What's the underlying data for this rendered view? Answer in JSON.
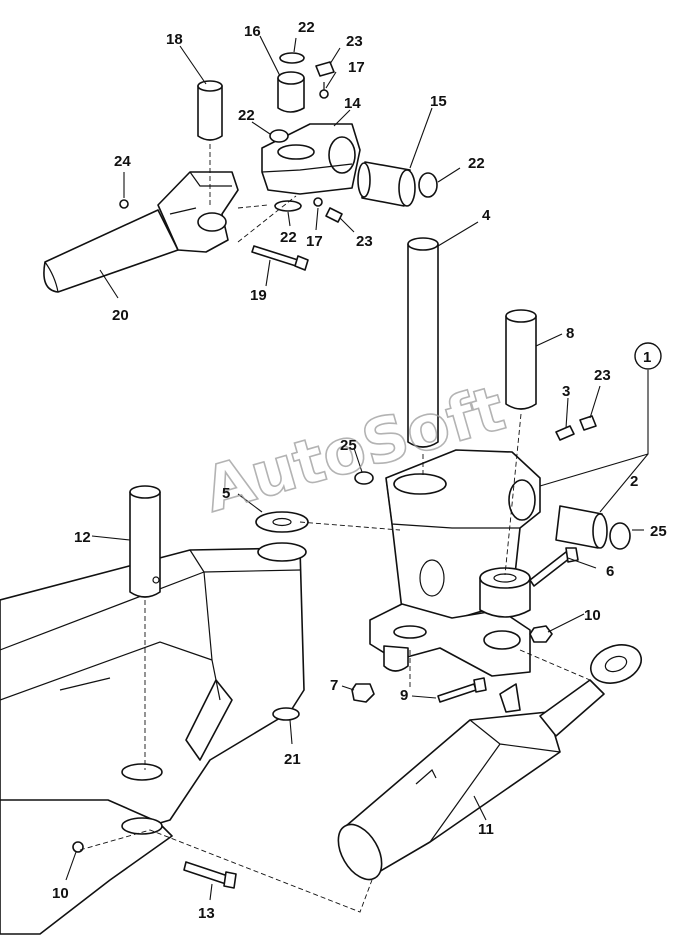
{
  "watermark": "AutoSoft",
  "group_marker": "1",
  "callouts": {
    "c1": "1",
    "c2": "2",
    "c3": "3",
    "c4": "4",
    "c5": "5",
    "c6": "6",
    "c7": "7",
    "c8": "8",
    "c9": "9",
    "c10a": "10",
    "c10b": "10",
    "c11": "11",
    "c12": "12",
    "c13": "13",
    "c14": "14",
    "c15": "15",
    "c16": "16",
    "c17a": "17",
    "c17b": "17",
    "c18": "18",
    "c19": "19",
    "c20": "20",
    "c21": "21",
    "c22a": "22",
    "c22b": "22",
    "c22c": "22",
    "c22d": "22",
    "c23a": "23",
    "c23b": "23",
    "c23c": "23",
    "c24": "24",
    "c25a": "25",
    "c25b": "25"
  },
  "parts": [
    "boom",
    "swing-post",
    "pivot-pin-4",
    "pin-8",
    "pin-12",
    "pin-18",
    "yoke-14",
    "bushing-15",
    "bushing-16",
    "bushing-2",
    "swing-cylinder-11",
    "bolt-6",
    "bolt-9",
    "bolt-13",
    "bolt-19",
    "shaft-20"
  ]
}
